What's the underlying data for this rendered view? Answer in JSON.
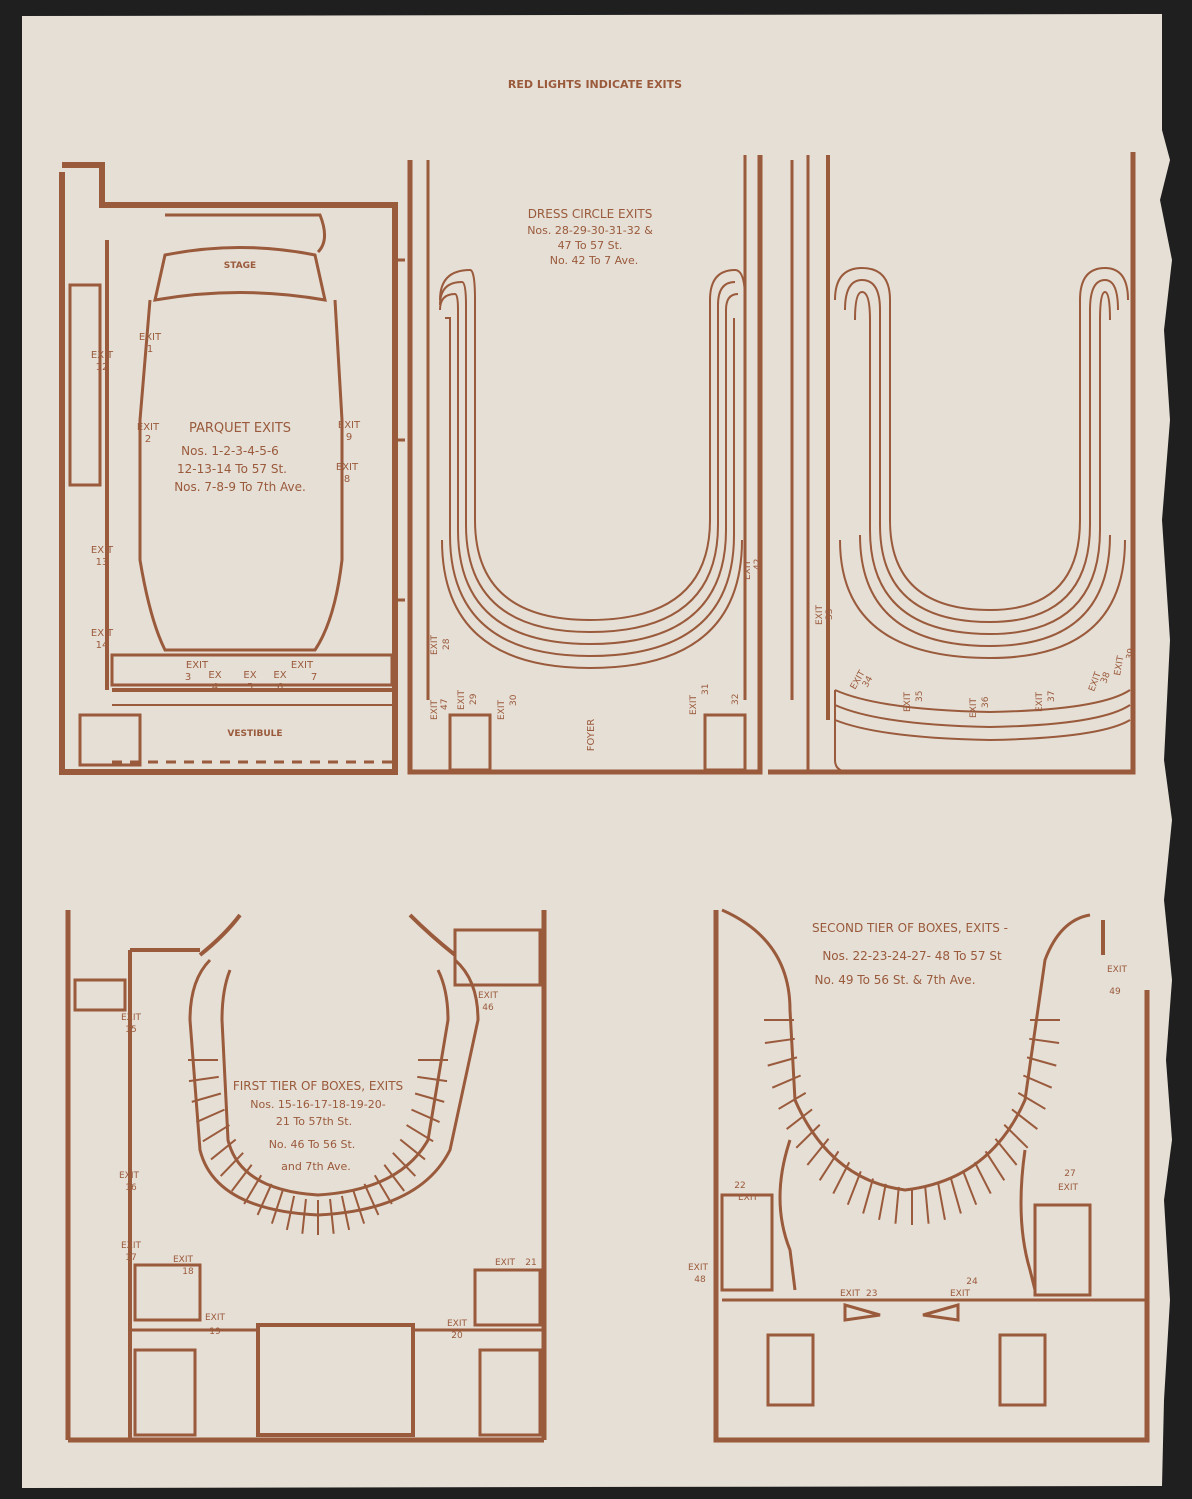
{
  "header": {
    "title": "RED LIGHTS INDICATE EXITS"
  },
  "parquet": {
    "stage": "STAGE",
    "vestibule": "VESTIBULE",
    "notice_title": "PARQUET EXITS",
    "notice_lines": [
      "Nos. 1-2-3-4-5-6",
      "12-13-14 To 57 St.",
      "Nos. 7-8-9 To 7th Ave."
    ],
    "exit_word": "EXIT",
    "ex_word": "EX",
    "exits": [
      "1",
      "2",
      "3",
      "4",
      "5",
      "6",
      "7",
      "8",
      "9",
      "12",
      "13",
      "14"
    ]
  },
  "dress_circle": {
    "notice_title": "DRESS CIRCLE EXITS",
    "notice_lines": [
      "Nos. 28-29-30-31-32 &",
      "47 To 57 St.",
      "No. 42 To 7 Ave."
    ],
    "foyer": "FOYER",
    "exit_word": "EXIT",
    "exits": [
      "28",
      "29",
      "30",
      "31",
      "32",
      "42",
      "47"
    ]
  },
  "balcony": {
    "exit_word": "EXIT",
    "exits": [
      "33",
      "34",
      "35",
      "36",
      "37",
      "38",
      "39"
    ]
  },
  "first_tier": {
    "notice_title": "FIRST TIER OF BOXES, EXITS",
    "notice_lines": [
      "Nos. 15-16-17-18-19-20-",
      "21 To 57th St.",
      "No. 46 To 56 St.",
      "and 7th Ave."
    ],
    "exit_word": "EXIT",
    "exits": [
      "15",
      "16",
      "17",
      "18",
      "19",
      "20",
      "21",
      "46"
    ]
  },
  "second_tier": {
    "notice_title": "SECOND TIER OF BOXES, EXITS -",
    "notice_lines": [
      "Nos. 22-23-24-27- 48 To 57 St",
      "No. 49 To 56 St. & 7th Ave."
    ],
    "exit_word": "EXIT",
    "exits": [
      "22",
      "23",
      "24",
      "27",
      "48",
      "49"
    ]
  }
}
